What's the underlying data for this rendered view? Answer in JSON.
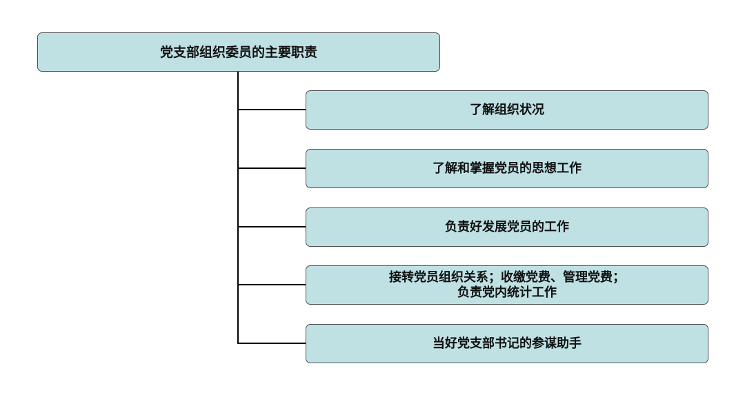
{
  "diagram": {
    "root": {
      "label": "党支部组织委员的主要职责"
    },
    "children": [
      {
        "label": "了解组织状况"
      },
      {
        "label": "了解和掌握党员的思想工作"
      },
      {
        "label": "负责好发展党员的工作"
      },
      {
        "label_line1": "接转党员组织关系；收缴党费、管理党费；",
        "label_line2": "负责党内统计工作"
      },
      {
        "label": "当好党支部书记的参谋助手"
      }
    ]
  },
  "colors": {
    "node_fill": "#bfe1e4",
    "node_border": "#4a4a4a",
    "connector": "#000000",
    "text": "#111111"
  }
}
